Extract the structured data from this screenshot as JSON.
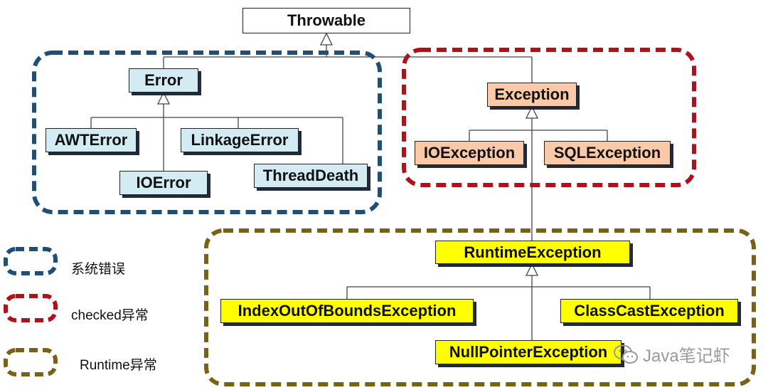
{
  "colors": {
    "error_group": "#1f4e79",
    "checked_group": "#b0121b",
    "runtime_group": "#7a6118",
    "error_fill": "#d3ecf3",
    "exception_fill": "#f9c9a8",
    "runtime_fill": "#ffff00"
  },
  "nodes": {
    "throwable": "Throwable",
    "error": "Error",
    "awt_error": "AWTError",
    "linkage_error": "LinkageError",
    "io_error": "IOError",
    "thread_death": "ThreadDeath",
    "exception": "Exception",
    "io_exception": "IOException",
    "sql_exception": "SQLException",
    "runtime_exception": "RuntimeException",
    "index_out_of_bounds": "IndexOutOfBoundsException",
    "class_cast": "ClassCastException",
    "null_pointer": "NullPointerException"
  },
  "legend": {
    "error_label": "系统错误",
    "checked_label": "checked异常",
    "runtime_label": "Runtime异常"
  },
  "watermark": {
    "text": "Java笔记虾",
    "icon": "wechat-icon"
  }
}
